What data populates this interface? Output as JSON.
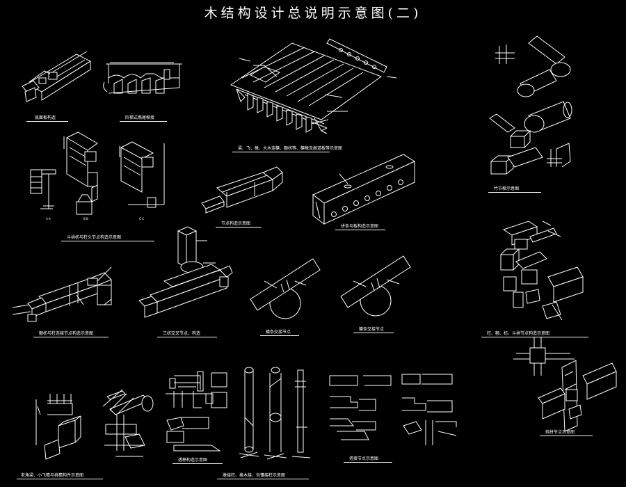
{
  "sheet": {
    "title": "木结构设计总说明示意图(二)",
    "colors": {
      "background": "#000000",
      "line": "#ffffff"
    }
  },
  "captions": {
    "c01": "底面板构造",
    "c02": "阶梯式燕尾榫接",
    "c03": "梁、飞、椽、大木连檩、额枋等、檩椽及阁道板等示意图",
    "c04": "斗拱枋与柱头节点构造示意图",
    "c05": "节点构造示意图",
    "c06": "竹节榫示意图",
    "c07": "拼条与板构造示意图",
    "c08": "额枋与柱连接节点构造示意图",
    "c09": "三枋交叉节点、构造",
    "c10": "檩条交接节点",
    "c11": "檩条交接节点",
    "c12": "柱、额、枋、斗拱节点构造示意图",
    "c13": "老角梁、小飞檐与挑檐构件示意图",
    "c14": "透榫构造示意图",
    "c15": "墩接柱、换木接、包镶接柱示意图",
    "c16": "搭接节点示意图",
    "c17": "斜拼节点示意图"
  },
  "detail_labels": {
    "section_a": "A-A",
    "section_b": "B-B",
    "section_c": "C-C"
  }
}
